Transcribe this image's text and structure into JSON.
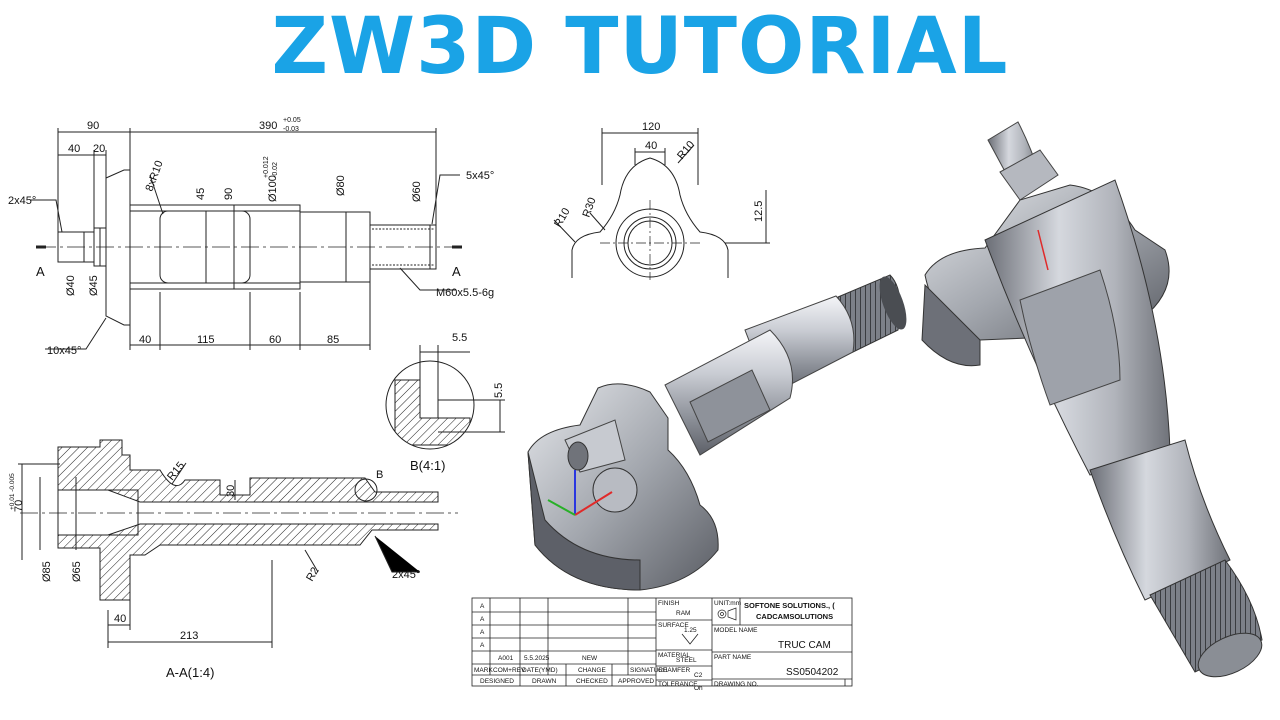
{
  "title": "ZW3D TUTORIAL",
  "brand_color": "#1aa3e6",
  "front_view": {
    "dims": {
      "d90": "90",
      "d390": "390",
      "tol390_up": "+0.05",
      "tol390_dn": "-0.03",
      "d40": "40",
      "d20": "20",
      "chamfer2": "2x45°",
      "r8": "8xR10",
      "d45": "45",
      "d90b": "90",
      "dia100": "Ø100",
      "tol100_up": "+0.012",
      "tol100_dn": "-0.02",
      "dia80": "Ø80",
      "dia60": "Ø60",
      "chamfer5": "5x45°",
      "sec_a_left": "A",
      "sec_a_right": "A",
      "dia40": "Ø40",
      "dia45": "Ø45",
      "thread": "M60x5.5-6g",
      "chamfer10": "10x45°",
      "b40": "40",
      "b115": "115",
      "b60": "60",
      "b85": "85"
    }
  },
  "side_view": {
    "dims": {
      "d120": "120",
      "d40": "40",
      "r10a": "R10",
      "r10b": "R10",
      "r30": "R30",
      "d12_5": "12.5"
    }
  },
  "detail_b": {
    "dims": {
      "d5_5a": "5.5",
      "d5_5b": "5.5"
    },
    "label": "B(4:1)"
  },
  "section_aa": {
    "dims": {
      "d70": "70",
      "tol70": "+0.01 -0.005",
      "r15": "R15",
      "d30": "30",
      "b": "B",
      "dia85": "Ø85",
      "dia65": "Ø65",
      "r2": "R2",
      "chamfer2": "2x45°",
      "d40": "40",
      "d213": "213"
    },
    "label": "A-A(1:4)"
  },
  "title_block": {
    "rev_rows": [
      "A",
      "A",
      "A",
      "A"
    ],
    "record": {
      "mark": "A001",
      "date": "5.5.2025",
      "change": "NEW"
    },
    "headers": {
      "mark": "MARK",
      "rev": "COM+REV",
      "date": "DATE(YMD)",
      "change": "CHANGE",
      "sign": "SIGNATURE"
    },
    "roles": {
      "designed": "DESIGNED",
      "drawn": "DRAWN",
      "checked": "CHECKED",
      "approved": "APPROVED"
    },
    "finish_label": "FINISH",
    "finish_value": "RAM",
    "surface_label": "SURFACE",
    "surface_value": "1.25",
    "material_label": "MATERIAL",
    "material_value": "STEEL",
    "chamfer_label": "CHAMFER",
    "chamfer_value": "C2",
    "tolerance_label": "TOLERANCE",
    "tolerance_value": "Oh",
    "unit_label": "UNIT:mm",
    "company1": "SOFTONE SOLUTIONS., (",
    "company2": "CADCAMSOLUTIONS",
    "model_label": "MODEL NAME",
    "model_value": "TRUC CAM",
    "part_label": "PART NAME",
    "part_value": "SS0504202",
    "drawing_label": "DRAWING NO."
  }
}
